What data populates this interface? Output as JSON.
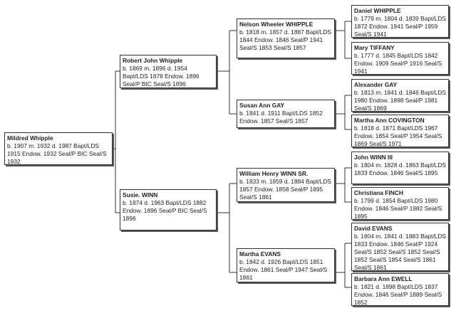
{
  "people": {
    "p1": {
      "name": "Mildred Whipple",
      "info": "b. 1907 m. 1932 d. 1987 Bapt/LDS 1915 Endow. 1932 Seal/P BIC Seal/S 1932"
    },
    "p2": {
      "name": "Robert John Whipple",
      "info": "b. 1869 m. 1896 d. 1954 Bapt/LDS 1878 Endow. 1896 Seal/P BIC Seal/S 1896"
    },
    "p3": {
      "name": "Susie. WINN",
      "info": "b. 1874 d. 1963 Bapt/LDS 1882 Endow. 1896 Seal/P BIC Seal/S 1896"
    },
    "p4": {
      "name": "Nelson Wheeler WHIPPLE",
      "info": "b. 1818 m. 1857 d. 1887 Bapt/LDS 1844 Endow. 1846 Seal/P 1941 Seal/S 1853 Seal/S 1857"
    },
    "p5": {
      "name": "Susan Ann GAY",
      "info": "b. 1841 d. 1911 Bapt/LDS 1852 Endow. 1857 Seal/S 1857"
    },
    "p6": {
      "name": "William Henry WINN SR.",
      "info": "b. 1833 m. 1859 d. 1884 Bapt/LDS 1857 Endow. 1858 Seal/P 1895 Seal/S 1861"
    },
    "p7": {
      "name": "Martha EVANS",
      "info": "b. 1842 d. 1926 Bapt/LDS 1851 Endow. 1861 Seal/P 1947 Seal/S 1861"
    },
    "p8": {
      "name": "Daniel WHIPPLE",
      "info": "b. 1779 m. 1804 d. 1839 Bapt/LDS 1872 Endow. 1941 Seal/P 1959 Seal/S 1941"
    },
    "p9": {
      "name": "Mary TIFFANY",
      "info": "b. 1777 d. 1845 Bapt/LDS 1842 Endow. 1909 Seal/P 1916 Seal/S 1941"
    },
    "p10": {
      "name": "Alexander GAY",
      "info": "b. 1813 m. 1841 d. 1846 Bapt/LDS 1980 Endow. 1898 Seal/P 1981 Seal/S 1869"
    },
    "p11": {
      "name": "Martha Ann COVINGTON",
      "info": "b. 1818 d. 1871 Bapt/LDS 1967 Endow. 1854 Seal/P 1954 Seal/S 1869 Seal/S 1971"
    },
    "p12": {
      "name": "John WINN III",
      "info": "b. 1804 m. 1828 d. 1863 Bapt/LDS 1833 Endow. 1846 Seal/S 1895"
    },
    "p13": {
      "name": "Christiana FINCH",
      "info": "b. 1799 d. 1854 Bapt/LDS 1980 Endow. 1846 Seal/P 1982 Seal/S 1895"
    },
    "p14": {
      "name": "David EVANS",
      "info": "b. 1804 m. 1841 d. 1883 Bapt/LDS 1833 Endow. 1846 Seal/P 1924 Seal/S 1852 Seal/S 1852 Seal/S 1852 Seal/S 1854 Seal/S 1861 Seal/S 1861"
    },
    "p15": {
      "name": "Barbara Ann EWELL",
      "info": "b. 1821 d. 1898 Bapt/LDS 1837 Endow. 1846 Seal/P 1889 Seal/S 1852"
    }
  }
}
